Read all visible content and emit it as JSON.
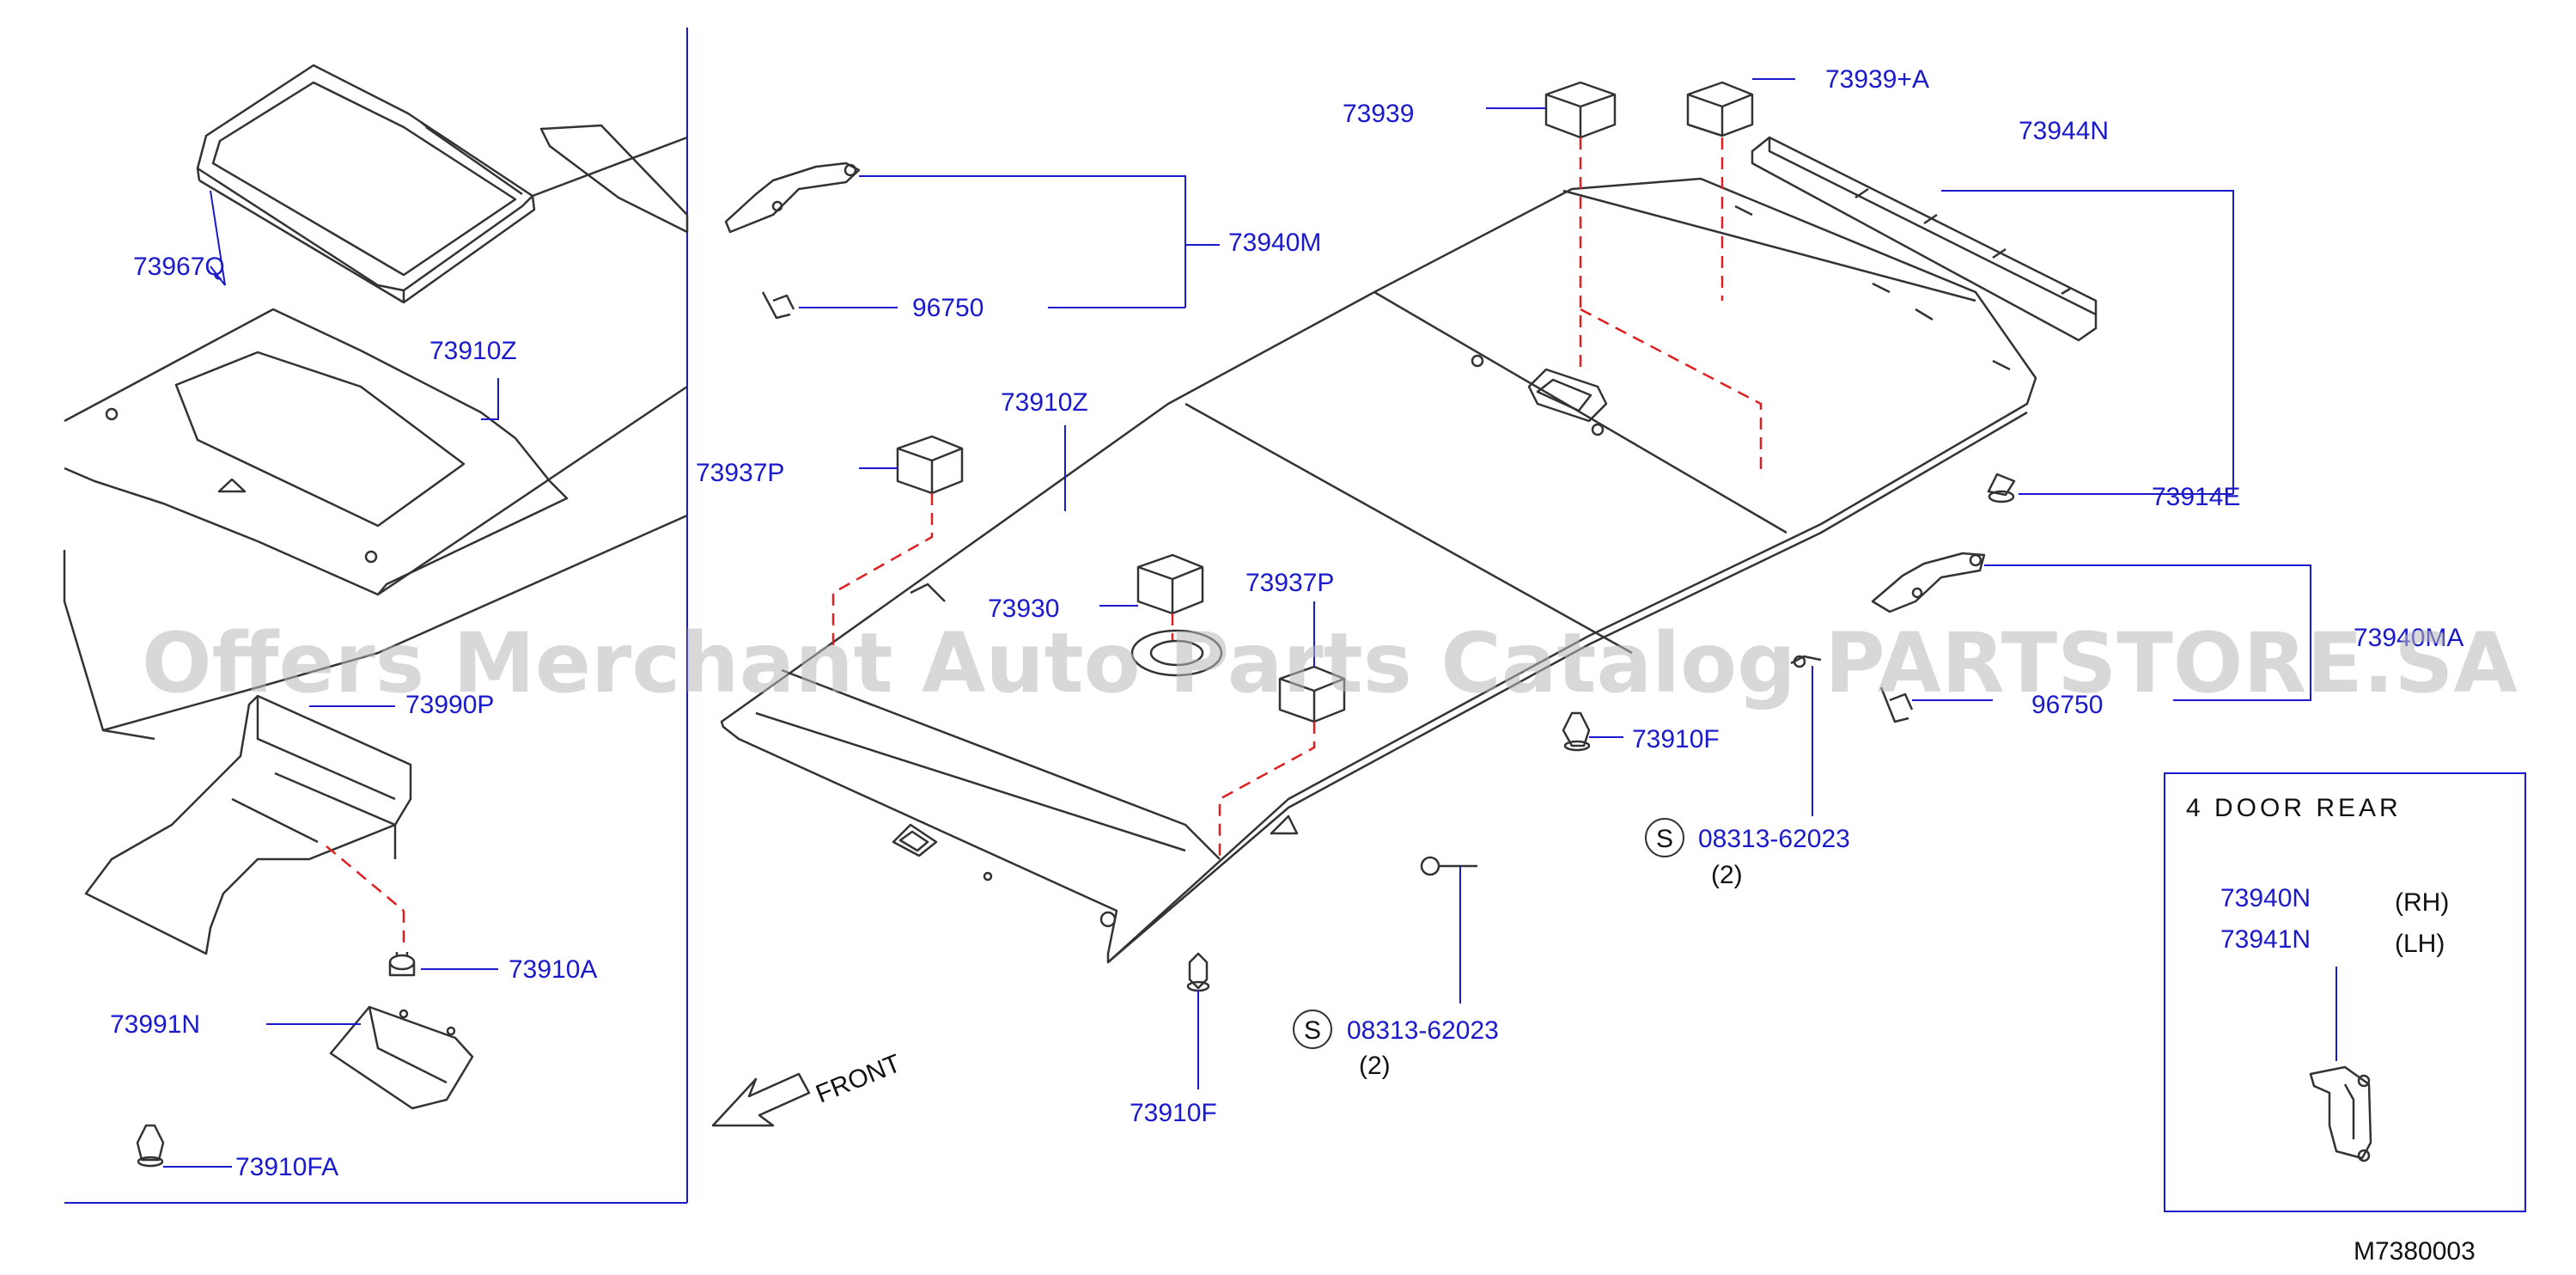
{
  "labels": {
    "p73967Q": "73967Q",
    "p73910Z_left": "73910Z",
    "p73990P": "73990P",
    "p73910A": "73910A",
    "p73991N": "73991N",
    "p73910FA": "73910FA",
    "front": "FRONT",
    "p73939": "73939",
    "p73939A": "73939+A",
    "p73944N": "73944N",
    "p73940M": "73940M",
    "p96750_a": "96750",
    "p73910Z_main": "73910Z",
    "p73937P_a": "73937P",
    "p73930": "73930",
    "p73937P_b": "73937P",
    "p73914E": "73914E",
    "p73940MA": "73940MA",
    "p96750_b": "96750",
    "p73910F_a": "73910F",
    "screw_a_prefix": "S",
    "screw_a_num": "08313-62023",
    "screw_a_qty": "(2)",
    "screw_b_prefix": "S",
    "screw_b_num": "08313-62023",
    "screw_b_qty": "(2)",
    "p73910F_b": "73910F",
    "diagram_code": "M7380003"
  },
  "inset": {
    "title": "4 DOOR REAR",
    "rows": [
      {
        "part": "73940N",
        "side": "(RH)"
      },
      {
        "part": "73941N",
        "side": "(LH)"
      }
    ]
  },
  "watermark": "Offers Merchant Auto Parts Catalog PARTSTORE.SA",
  "colors": {
    "part_number": "#1a1acc",
    "hidden_line": "#e02020",
    "ink": "#333333",
    "watermark": "#b9b9b9"
  }
}
